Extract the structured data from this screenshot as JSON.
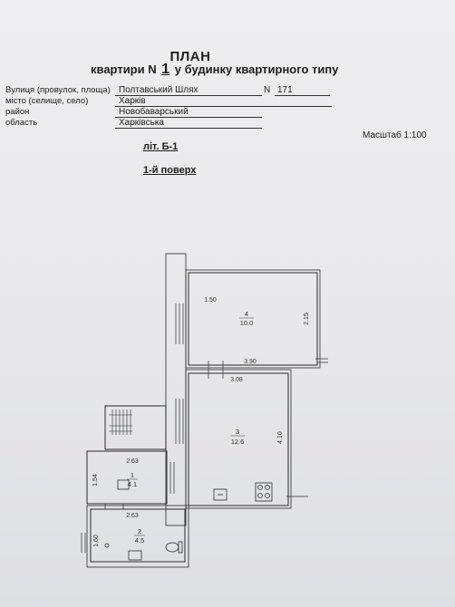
{
  "header": {
    "title": "ПЛАН",
    "subtitle_prefix": "квартири N",
    "apartment_number": "1",
    "subtitle_suffix": "у будинку квартирного типу"
  },
  "address": {
    "street_label": "Вулиця (провулок, площа)",
    "street_value": "Полтавський Шлях",
    "house_label": "N",
    "house_value": "171",
    "city_label": "місто (селище, село)",
    "city_value": "Харків",
    "district_label": "район",
    "district_value": "Новобаварський",
    "region_label": "область",
    "region_value": "Харківська"
  },
  "scale": "Масштаб 1:100",
  "building_label": "літ. Б-1",
  "floor_label": "1-й поверх",
  "rooms": [
    {
      "number": "1",
      "area": "4.1"
    },
    {
      "number": "2",
      "area": "4.5"
    },
    {
      "number": "3",
      "area": "12.6"
    },
    {
      "number": "4",
      "area": "10.0"
    }
  ],
  "dimensions": {
    "r4_top": "1.50",
    "r4_side": "2.15",
    "r4_bottom": "3.90",
    "r3_top": "3.08",
    "r3_side": "4.10",
    "r1_top": "2.63",
    "r1_side": "1.54",
    "r2_top": "2.63",
    "r2_side": "1.60"
  }
}
